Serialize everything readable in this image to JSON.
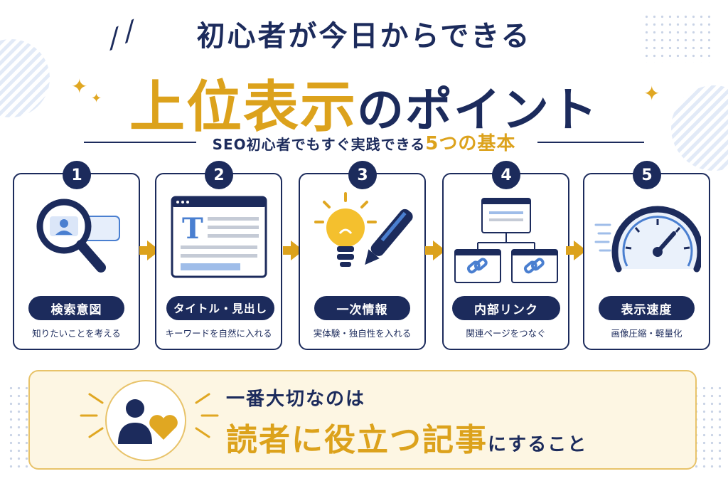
{
  "title": {
    "line1": "初心者が今日からできる",
    "line2_highlight": "上位表示",
    "line2_rest": "のポイント"
  },
  "subtitle": {
    "lead": "SEO初心者でもすぐ実践できる",
    "highlight": "5つの基本"
  },
  "steps": [
    {
      "number": "1",
      "label": "検索意図",
      "description": "知りたいことを考える",
      "icon": "magnifier-profile-icon"
    },
    {
      "number": "2",
      "label": "タイトル・見出し",
      "description": "キーワードを自然に入れる",
      "icon": "document-heading-icon"
    },
    {
      "number": "3",
      "label": "一次情報",
      "description": "実体験・独自性を入れる",
      "icon": "lightbulb-pen-icon"
    },
    {
      "number": "4",
      "label": "内部リンク",
      "description": "関連ページをつなぐ",
      "icon": "page-link-tree-icon"
    },
    {
      "number": "5",
      "label": "表示速度",
      "description": "画像圧縮・軽量化",
      "icon": "speedometer-icon"
    }
  ],
  "banner": {
    "line1": "一番大切なのは",
    "line2_highlight": "読者に役立つ記事",
    "line2_rest": "にすること",
    "icon": "person-heart-icon"
  },
  "colors": {
    "navy": "#1c2b5c",
    "gold": "#dca21c",
    "banner_bg": "#fdf6e3",
    "icon_blue": "#4a7fd0"
  }
}
